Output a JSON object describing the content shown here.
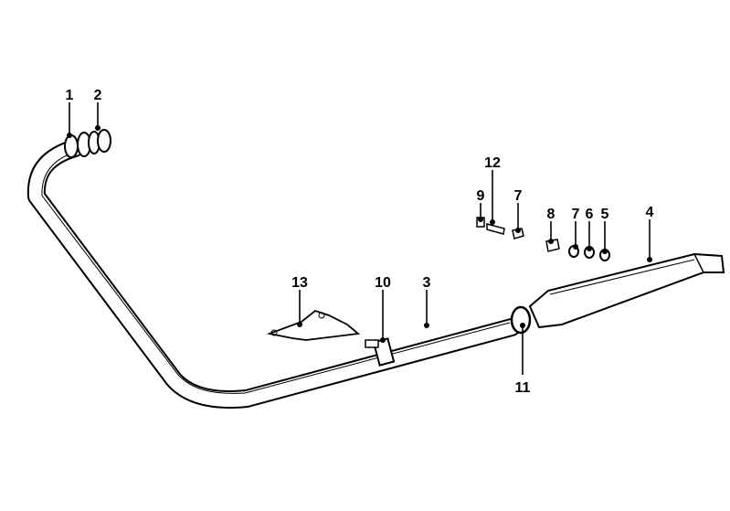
{
  "diagram": {
    "type": "exploded parts diagram",
    "callouts": [
      {
        "id": "c1",
        "text": "1"
      },
      {
        "id": "c2",
        "text": "2"
      },
      {
        "id": "c12",
        "text": "12"
      },
      {
        "id": "c9",
        "text": "9"
      },
      {
        "id": "c7a",
        "text": "7"
      },
      {
        "id": "c8",
        "text": "8"
      },
      {
        "id": "c7b",
        "text": "7"
      },
      {
        "id": "c6",
        "text": "6"
      },
      {
        "id": "c5",
        "text": "5"
      },
      {
        "id": "c4",
        "text": "4"
      },
      {
        "id": "c13",
        "text": "13"
      },
      {
        "id": "c10",
        "text": "10"
      },
      {
        "id": "c3",
        "text": "3"
      },
      {
        "id": "c11",
        "text": "11"
      }
    ]
  }
}
